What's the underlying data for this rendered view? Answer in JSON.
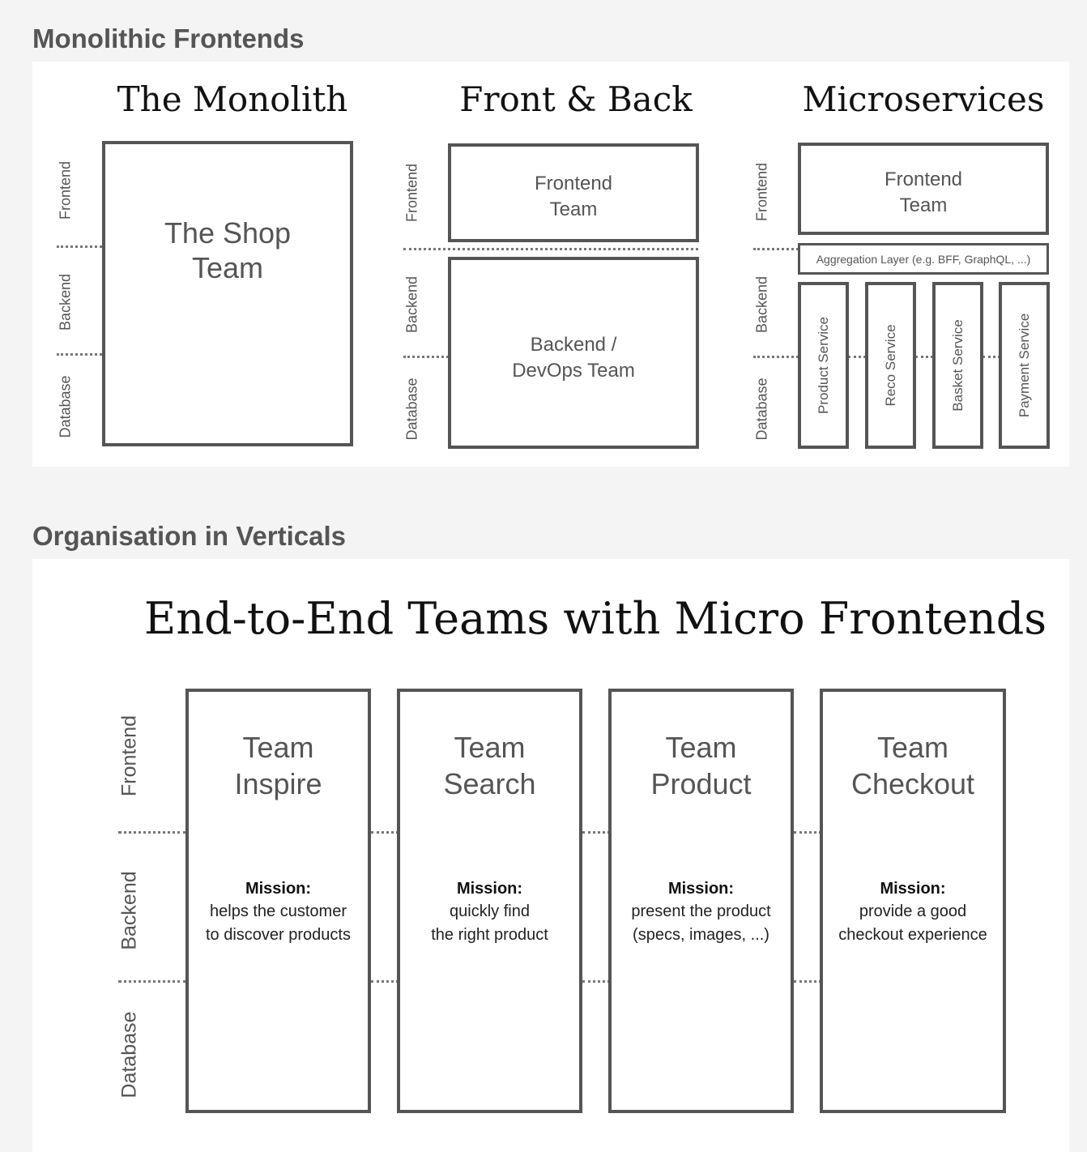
{
  "sections": {
    "monolithic": {
      "heading": "Monolithic Frontends"
    },
    "verticals": {
      "heading": "Organisation in Verticals"
    }
  },
  "tiers": [
    "Frontend",
    "Backend",
    "Database"
  ],
  "monolith": {
    "title": "The Monolith",
    "team": [
      "The Shop",
      "Team"
    ]
  },
  "front_back": {
    "title": "Front & Back",
    "frontend_team": [
      "Frontend",
      "Team"
    ],
    "backend_team": [
      "Backend /",
      "DevOps Team"
    ]
  },
  "microservices": {
    "title": "Microservices",
    "frontend_team": [
      "Frontend",
      "Team"
    ],
    "aggregation_layer": "Aggregation Layer (e.g. BFF, GraphQL, ...)",
    "services": [
      "Product Service",
      "Reco Service",
      "Basket Service",
      "Payment Service"
    ]
  },
  "verticals": {
    "title": "End-to-End Teams with Micro Frontends",
    "mission_label": "Mission:",
    "teams": [
      {
        "name": [
          "Team",
          "Inspire"
        ],
        "mission": "helps the customer\nto discover products"
      },
      {
        "name": [
          "Team",
          "Search"
        ],
        "mission": "quickly find\nthe right product"
      },
      {
        "name": [
          "Team",
          "Product"
        ],
        "mission": "present the product\n(specs, images, ...)"
      },
      {
        "name": [
          "Team",
          "Checkout"
        ],
        "mission": "provide a good\ncheckout experience"
      }
    ]
  }
}
